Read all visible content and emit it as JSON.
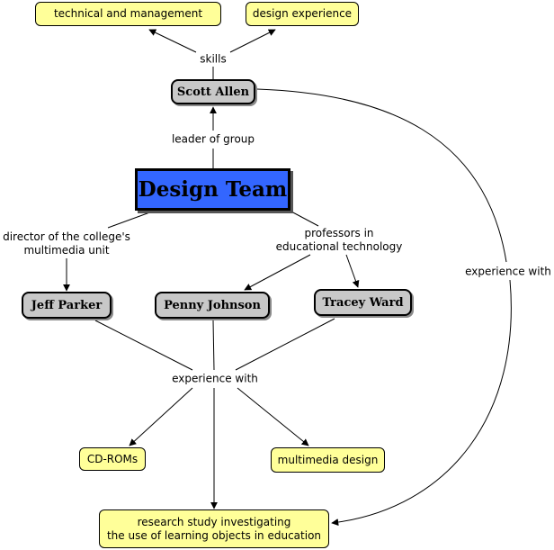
{
  "concepts": {
    "main": "Design Team",
    "scott": "Scott Allen",
    "jeff": "Jeff Parker",
    "penny": "Penny Johnson",
    "tracey": "Tracey Ward",
    "technical": "technical and management",
    "design_exp": "design experience",
    "cdroms": "CD-ROMs",
    "multimedia": "multimedia design",
    "research": "research study investigating\nthe use of learning objects in education"
  },
  "links": {
    "skills": "skills",
    "leader": "leader of group",
    "director": "director of the college's\nmultimedia unit",
    "professors": "professors in\neducational technology",
    "experience_group": "experience with",
    "experience_scott": "experience with"
  },
  "colors": {
    "main_fill": "#3366ff",
    "person_fill": "#c8c8c8",
    "note_fill": "#ffff99",
    "line": "#000000"
  }
}
